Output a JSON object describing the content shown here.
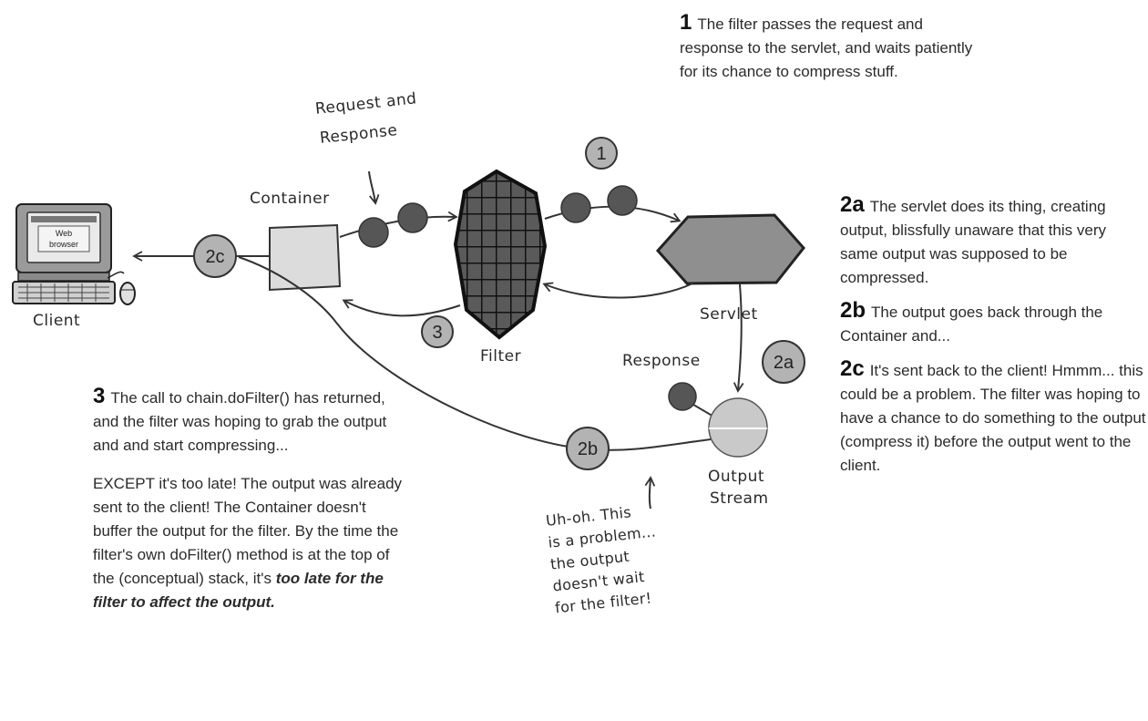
{
  "labels": {
    "request_and": "Request and",
    "response": "Response",
    "container": "Container",
    "filter": "Filter",
    "servlet": "Servlet",
    "client": "Client",
    "response_obj": "Response",
    "output": "Output",
    "stream": "Stream",
    "screen_line1": "Web",
    "screen_line2": "browser"
  },
  "badges": {
    "b1": "1",
    "b2a": "2a",
    "b2b": "2b",
    "b2c": "2c",
    "b3": "3"
  },
  "uhoh_note": {
    "lines": [
      "Uh-oh. This",
      "is a problem...",
      "the output",
      "doesn't wait",
      "for the filter!"
    ]
  },
  "callouts": {
    "c1": {
      "num": "1",
      "text": "The filter passes the request and response to the servlet, and waits patiently for its chance to compress stuff."
    },
    "c2a": {
      "num": "2a",
      "text": "The servlet does its thing, creating output, blissfully unaware that this very same output was supposed to be compressed."
    },
    "c2b": {
      "num": "2b",
      "text": "The output goes back through the Container and..."
    },
    "c2c": {
      "num": "2c",
      "text": "It's sent back to the client! Hmmm... this could be a problem. The filter was hoping to have a chance to do something to the output (compress it) before the output went to the client."
    },
    "c3": {
      "num": "3",
      "text": "The call to chain.doFilter() has returned, and the filter was hoping to grab the output and and start compressing...",
      "para2": "EXCEPT it's too late! The output was already sent to the client! The Container doesn't buffer the output for the filter. By the time the filter's own doFilter() method is at the top of the (conceptual) stack, it's ",
      "para2_emph": "too late for the filter to affect the output."
    }
  },
  "colors": {
    "badge_fill": "#b3b3b3",
    "dot_fill": "#565656",
    "servlet_fill": "#8f8f8f",
    "container_fill": "#dcdcdc",
    "stream_fill": "#c9c9c9",
    "filter_fill": "#3c3c3c"
  }
}
